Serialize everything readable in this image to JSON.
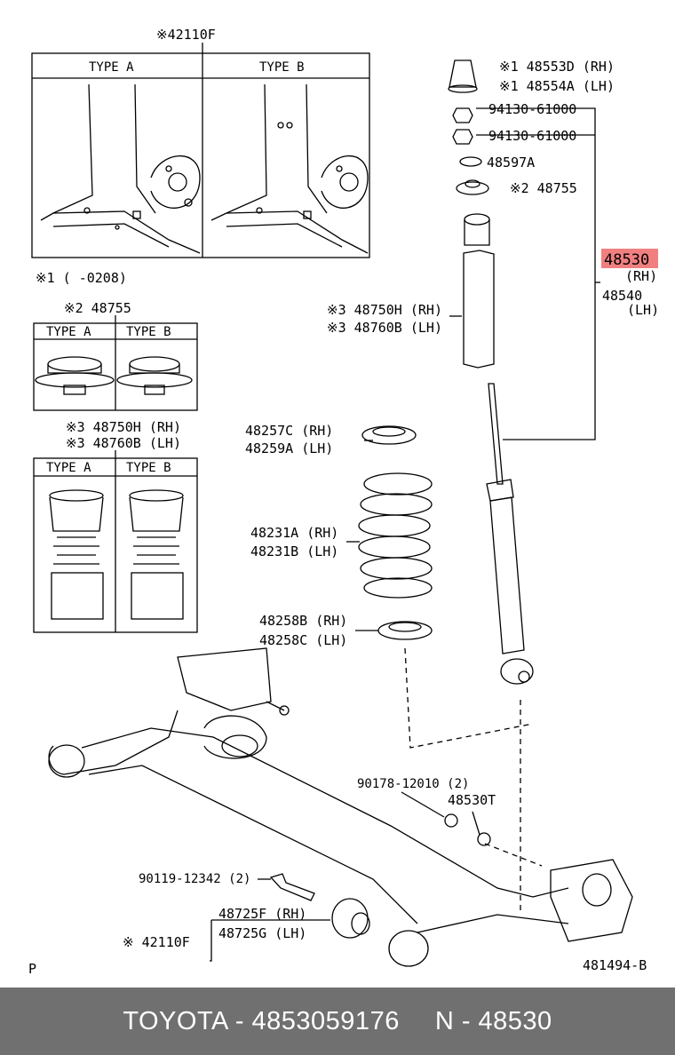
{
  "labels": {
    "frame_note": "※42110F",
    "type_a": "TYPE A",
    "type_b": "TYPE B",
    "note1": "※1 (       -0208)",
    "note2_ref": "※2 48755",
    "note3_rh": "※3 48750H (RH)",
    "note3_lh": "※3 48760B (LH)"
  },
  "parts": {
    "p48553D": "※1 48553D (RH)",
    "p48554A": "※1 48554A (LH)",
    "p94130_a": "94130-61000",
    "p94130_b": "94130-61000",
    "p48597A": "48597A",
    "p48755": "※2 48755",
    "p48530": "48530",
    "p48530_side": "(RH)",
    "p48540": "48540",
    "p48540_side": "(LH)",
    "p48750H": "※3 48750H (RH)",
    "p48760B": "※3 48760B (LH)",
    "p48257C": "48257C (RH)",
    "p48259A": "48259A (LH)",
    "p48231A_rh": "48231A (RH)",
    "p48231B_lh": "48231B (LH)",
    "p48258B": "48258B (RH)",
    "p48258C": "48258C (LH)",
    "p90178": "90178-12010 (2)",
    "p48530T": "48530T",
    "p90119": "90119-12342 (2)",
    "p48725F": "48725F (RH)",
    "p48725G": "48725G (LH)",
    "p42110F": "※ 42110F",
    "corner_p": "P",
    "diagram_id": "481494-B"
  },
  "footer": {
    "brand_part": "TOYOTA - 4853059176",
    "n_part": "N - 48530"
  },
  "colors": {
    "highlight": "#f08080",
    "footer_bg": "#707070"
  }
}
